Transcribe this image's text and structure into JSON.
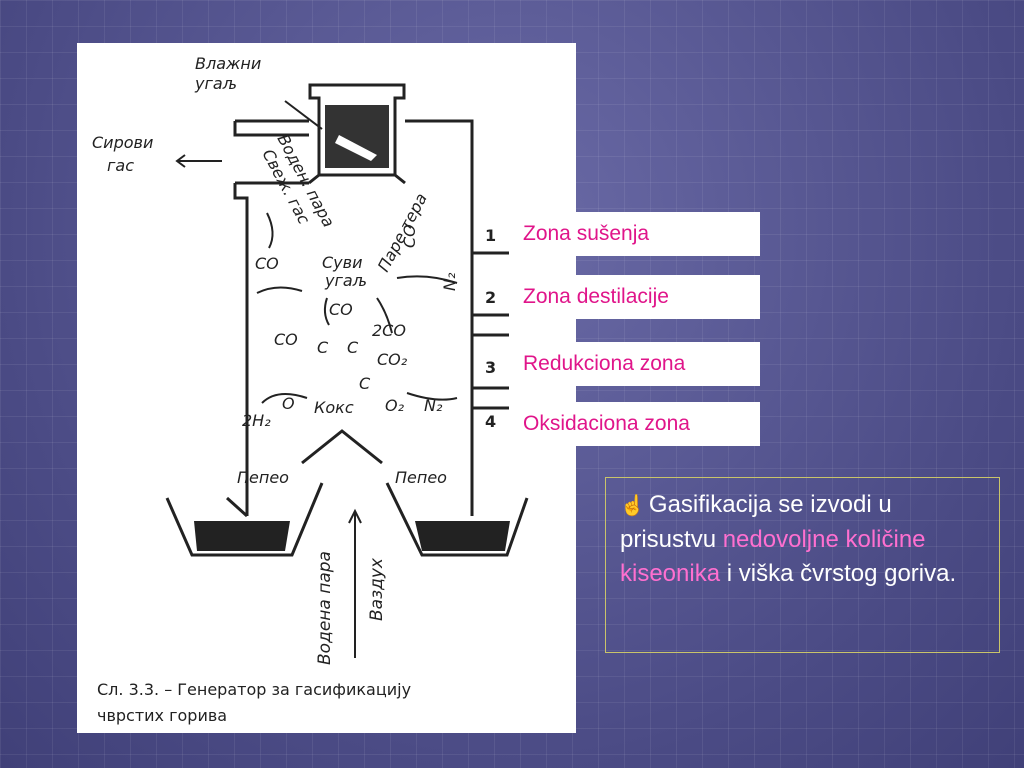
{
  "figure": {
    "caption_line1": "Сл. 3.3. – Генератор за гасификацију",
    "caption_line2": "чврстих горива",
    "labels": {
      "vlazni": "Влажни",
      "ugalj": "угаљ",
      "sirovi": "Сирови",
      "gas": "гас",
      "voden_para": "Воден. пара",
      "svez_gas": "Свеж. гас",
      "pare_tera": "Паре тера",
      "co1": "CO",
      "co2": "CO",
      "co3": "CO",
      "co4": "CO",
      "suvi": "Суви",
      "ugalj2": "угаљ",
      "n2a": "N₂",
      "c1": "C",
      "c2": "C",
      "c3": "C",
      "two_co": "2CO",
      "co2_gas": "CO₂",
      "o": "O",
      "koks": "Кокс",
      "o2": "O₂",
      "n2b": "N₂",
      "two_h2": "2H₂",
      "pepeo1": "Пепео",
      "pepeo2": "Пепео",
      "vodena_para": "Водена пара",
      "vazduh": "Ваздух",
      "n1": "1",
      "n2": "2",
      "n3": "3",
      "n4": "4"
    }
  },
  "zones": [
    {
      "label": "Zona sušenja"
    },
    {
      "label": "Zona destilacije"
    },
    {
      "label": "Redukciona zona"
    },
    {
      "label": "Oksidaciona zona"
    }
  ],
  "note": {
    "icon": "☝",
    "text_part1": "Gasifikacija se izvodi u prisustvu ",
    "text_highlight": "nedovoljne količine kiseonika",
    "text_part2": " i viška čvrstog goriva."
  }
}
